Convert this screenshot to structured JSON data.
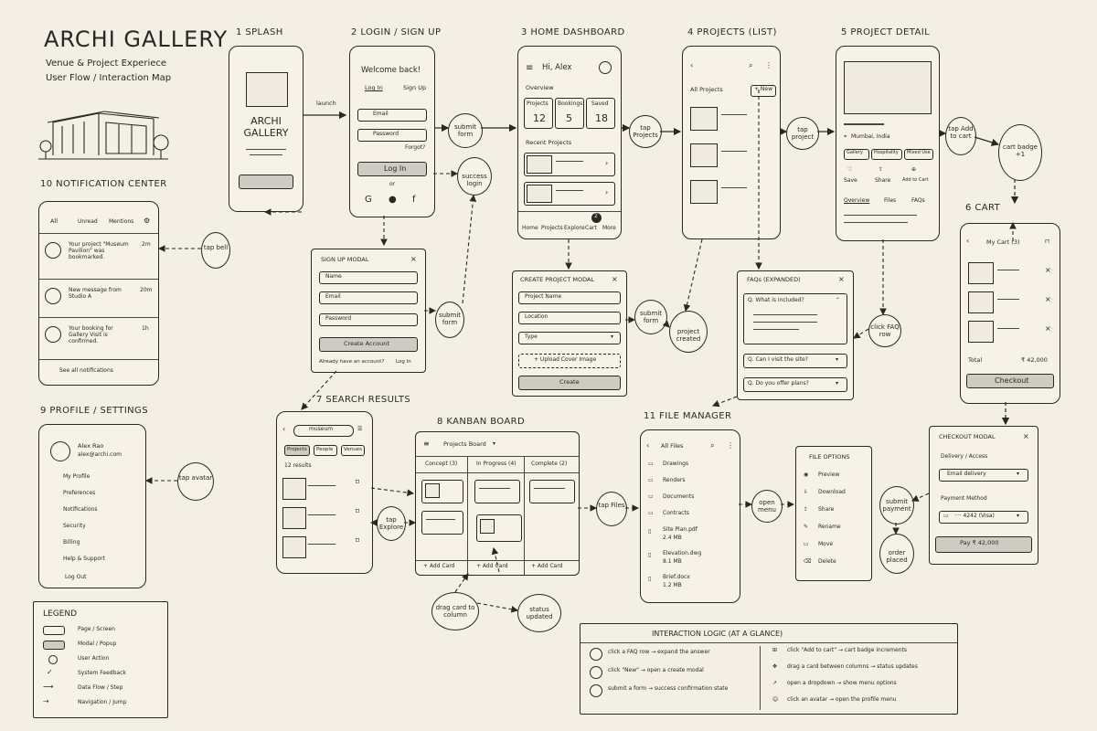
{
  "title": "ARCHI GALLERY",
  "subtitle_1": "Venue & Project Experiece",
  "subtitle_2": "User Flow / Interaction Map",
  "splash": {
    "heading": "1 SPLASH",
    "brand": "ARCHI GALLERY"
  },
  "login": {
    "heading": "2 LOGIN / SIGN UP",
    "welcome": "Welcome back!",
    "tab_login": "Log In",
    "tab_signup": "Sign Up",
    "email": "Email",
    "password": "Password",
    "forgot": "Forgot?",
    "login_btn": "Log In",
    "or": "or"
  },
  "home": {
    "heading": "3 HOME DASHBOARD",
    "greeting": "Hi, Alex",
    "overview": "Overview",
    "stats": [
      {
        "label": "Projects",
        "value": "12"
      },
      {
        "label": "Bookings",
        "value": "5"
      },
      {
        "label": "Saved",
        "value": "18"
      }
    ],
    "recent": "Recent Projects",
    "nav": [
      "Home",
      "Projects",
      "Explore",
      "Cart",
      "More"
    ],
    "cart_count": "2"
  },
  "projects": {
    "heading": "4 PROJECTS (LIST)",
    "filter": "All Projects",
    "new_btn": "+ New"
  },
  "detail": {
    "heading": "5 PROJECT DETAIL",
    "location": "Mumbai, India",
    "tags": [
      "Gallery",
      "Hospitality",
      "Mixed Use"
    ],
    "actions": [
      "Save",
      "Share",
      "Add to Cart"
    ],
    "tabs": [
      "Overview",
      "Files",
      "FAQs"
    ]
  },
  "cart": {
    "heading": "6 CART",
    "title": "My Cart (3)",
    "total_label": "Total",
    "total": "₹ 42,000",
    "checkout": "Checkout"
  },
  "search": {
    "heading": "7 SEARCH RESULTS",
    "query": "museum",
    "chips": [
      "Projects",
      "People",
      "Venues"
    ],
    "count": "12 results"
  },
  "kanban": {
    "heading": "8 KANBAN BOARD",
    "board": "Projects Board",
    "columns": [
      "Concept (3)",
      "In Progress (4)",
      "Complete (2)"
    ],
    "add": "+ Add Card"
  },
  "profile": {
    "heading": "9 PROFILE / SETTINGS",
    "name": "Alex Rao",
    "email": "alex@archi.com",
    "items": [
      "My Profile",
      "Preferences",
      "Notifications",
      "Security",
      "Billing",
      "Help & Support"
    ],
    "logout": "Log Out"
  },
  "notif": {
    "heading": "10 NOTIFICATION CENTER",
    "tabs": [
      "All",
      "Unread",
      "Mentions"
    ],
    "items": [
      {
        "text": "Your project \"Museum Pavilion\" was bookmarked.",
        "time": "2m"
      },
      {
        "text": "New message from Studio A",
        "time": "20m"
      },
      {
        "text": "Your booking for Gallery Visit is confirmed.",
        "time": "1h"
      }
    ],
    "see_all": "See all notifications"
  },
  "files": {
    "heading": "11 FILE MANAGER",
    "title": "All Files",
    "folders": [
      "Drawings",
      "Renders",
      "Documents",
      "Contracts"
    ],
    "docs": [
      {
        "name": "Site Plan.pdf",
        "size": "2.4 MB"
      },
      {
        "name": "Elevation.dwg",
        "size": "8.1 MB"
      },
      {
        "name": "Brief.docx",
        "size": "1.2 MB"
      }
    ]
  },
  "signup_modal": {
    "title": "SIGN UP MODAL",
    "fields": [
      "Name",
      "Email",
      "Password"
    ],
    "btn": "Create Account",
    "footer": "Already have an account?",
    "footer_link": "Log In"
  },
  "create_modal": {
    "title": "CREATE PROJECT MODAL",
    "fields": [
      "Project Name",
      "Location",
      "Type"
    ],
    "upload": "+ Upload Cover Image",
    "btn": "Create"
  },
  "faq_modal": {
    "title": "FAQs (EXPANDED)",
    "q1": "Q. What is included?",
    "q2": "Q. Can I visit the site?",
    "q3": "Q. Do you offer plans?"
  },
  "file_options": {
    "title": "FILE OPTIONS",
    "items": [
      "Preview",
      "Download",
      "Share",
      "Rename",
      "Move",
      "Delete"
    ]
  },
  "checkout_modal": {
    "title": "CHECKOUT MODAL",
    "delivery_label": "Delivery / Access",
    "delivery_value": "Email delivery",
    "payment_label": "Payment Method",
    "payment_value": "···· 4242 (Visa)",
    "pay_btn": "Pay ₹ 42,000"
  },
  "actions": {
    "launch": "launch",
    "submit_form_1": "submit form",
    "success_login": "success login",
    "tap_projects": "tap Projects",
    "tap_project": "tap project",
    "tap_add": "tap Add to cart",
    "cart_badge": "cart badge +1",
    "tap_bell": "tap bell",
    "submit_form_2": "submit form",
    "submit_form_3": "submit form",
    "project_created": "project created",
    "click_faq": "click FAQ row",
    "tap_avatar": "tap avatar",
    "tap_explore": "tap Explore",
    "tap_files": "tap Files",
    "open_menu": "open menu",
    "submit_payment": "submit payment",
    "order_placed": "order placed",
    "drag_card": "drag card to column",
    "status_updated": "status updated"
  },
  "legend": {
    "title": "LEGEND",
    "items": [
      "Page / Screen",
      "Modal / Popup",
      "User Action",
      "System Feedback",
      "Data Flow / Step",
      "Navigation / Jump"
    ]
  },
  "logic": {
    "title": "INTERACTION LOGIC (AT A GLANCE)",
    "rows": [
      "click a FAQ row → expand the answer",
      "click \"New\" → open a create modal",
      "submit a form → success confirmation state",
      "click \"Add to cart\" → cart badge increments",
      "drag a card between columns → status updates",
      "open a dropdown → show menu options",
      "click an avatar → open the profile menu"
    ]
  },
  "colors": {
    "paper": "#f3efe4",
    "ink": "#2a2724",
    "fill": "#cfcbc2"
  }
}
